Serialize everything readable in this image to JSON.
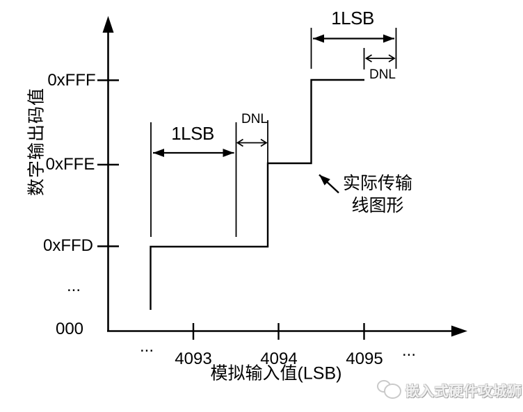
{
  "diagram": {
    "background": "#ffffff",
    "ink": "#000000",
    "watermark_color": "#c9c9c9",
    "y_axis": {
      "title": "数字输出码值",
      "ticks": [
        "0xFFF",
        "0xFFE",
        "0xFFD"
      ],
      "ellipsis": "...",
      "origin_label": "000"
    },
    "x_axis": {
      "title": "模拟输入值(LSB)",
      "ellipsis_left": "...",
      "ticks": [
        "4093",
        "4094",
        "4095"
      ],
      "ellipsis_right": "..."
    },
    "measures": {
      "lsb_mid": "1LSB",
      "dnl_mid": "DNL",
      "lsb_top": "1LSB",
      "dnl_top": "DNL"
    },
    "callout": {
      "line1": "实际传输",
      "line2": "线图形"
    },
    "watermark": {
      "text": "嵌入式硬件攻城狮"
    }
  },
  "chart_data": {
    "type": "line",
    "subtype": "adc-transfer-staircase",
    "title": "",
    "xlabel": "模拟输入值(LSB)",
    "ylabel": "数字输出码值",
    "x_ticks": [
      "...",
      "4093",
      "4094",
      "4095",
      "..."
    ],
    "y_ticks": [
      "000",
      "...",
      "0xFFD",
      "0xFFE",
      "0xFFF"
    ],
    "steps": [
      {
        "code": "0xFFD",
        "from_lsb": 4092.5,
        "to_lsb": 4093.9
      },
      {
        "code": "0xFFE",
        "from_lsb": 4093.9,
        "to_lsb": 4094.4
      },
      {
        "code": "0xFFF",
        "from_lsb": 4094.4,
        "to_lsb": 4095.0
      }
    ],
    "ideal_code_width_lsb": 1,
    "annotations": [
      "1LSB",
      "DNL",
      "1LSB",
      "DNL",
      "实际传输线图形"
    ],
    "legend": false,
    "grid": false
  }
}
